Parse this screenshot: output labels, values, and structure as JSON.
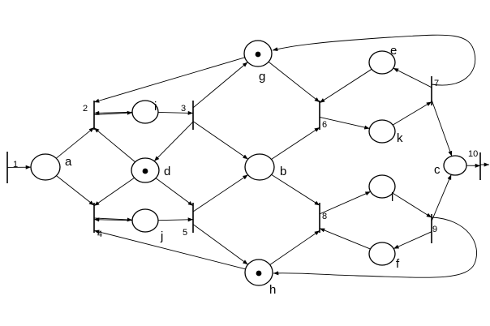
{
  "places": [
    {
      "id": "a",
      "label": "a",
      "tokens": 0
    },
    {
      "id": "b",
      "label": "b",
      "tokens": 0
    },
    {
      "id": "c",
      "label": "c",
      "tokens": 0
    },
    {
      "id": "d",
      "label": "d",
      "tokens": 1
    },
    {
      "id": "e",
      "label": "e",
      "tokens": 0
    },
    {
      "id": "f",
      "label": "f",
      "tokens": 0
    },
    {
      "id": "g",
      "label": "g",
      "tokens": 1
    },
    {
      "id": "h",
      "label": "h",
      "tokens": 1
    },
    {
      "id": "i",
      "label": "i",
      "tokens": 0
    },
    {
      "id": "j",
      "label": "j",
      "tokens": 0
    },
    {
      "id": "k",
      "label": "k",
      "tokens": 0
    },
    {
      "id": "l",
      "label": "l",
      "tokens": 0
    }
  ],
  "transitions": [
    {
      "id": "t1",
      "label": "1"
    },
    {
      "id": "t2",
      "label": "2"
    },
    {
      "id": "t3",
      "label": "3"
    },
    {
      "id": "t4",
      "label": "4"
    },
    {
      "id": "t5",
      "label": "5"
    },
    {
      "id": "t6",
      "label": "6"
    },
    {
      "id": "t7",
      "label": "7"
    },
    {
      "id": "t8",
      "label": "8"
    },
    {
      "id": "t9",
      "label": "9"
    },
    {
      "id": "t10",
      "label": "10"
    }
  ],
  "arcs": [
    {
      "from": "t1",
      "to": "a"
    },
    {
      "from": "a",
      "to": "t2"
    },
    {
      "from": "a",
      "to": "t4"
    },
    {
      "from": "t2",
      "to": "i"
    },
    {
      "from": "i",
      "to": "t2"
    },
    {
      "from": "d",
      "to": "t2"
    },
    {
      "from": "g",
      "to": "t2"
    },
    {
      "from": "t4",
      "to": "j"
    },
    {
      "from": "j",
      "to": "t4"
    },
    {
      "from": "d",
      "to": "t4"
    },
    {
      "from": "h",
      "to": "t4"
    },
    {
      "from": "i",
      "to": "t3"
    },
    {
      "from": "t3",
      "to": "g"
    },
    {
      "from": "t3",
      "to": "b"
    },
    {
      "from": "t3",
      "to": "d"
    },
    {
      "from": "j",
      "to": "t5"
    },
    {
      "from": "t5",
      "to": "b"
    },
    {
      "from": "t5",
      "to": "h"
    },
    {
      "from": "d",
      "to": "t5"
    },
    {
      "from": "g",
      "to": "t6"
    },
    {
      "from": "b",
      "to": "t6"
    },
    {
      "from": "e",
      "to": "t6"
    },
    {
      "from": "t6",
      "to": "k"
    },
    {
      "from": "b",
      "to": "t8"
    },
    {
      "from": "h",
      "to": "t8"
    },
    {
      "from": "f",
      "to": "t8"
    },
    {
      "from": "t8",
      "to": "l"
    },
    {
      "from": "k",
      "to": "t7"
    },
    {
      "from": "t7",
      "to": "e"
    },
    {
      "from": "t7",
      "to": "c"
    },
    {
      "from": "t7",
      "to": "g"
    },
    {
      "from": "l",
      "to": "t9"
    },
    {
      "from": "t9",
      "to": "f"
    },
    {
      "from": "t9",
      "to": "c"
    },
    {
      "from": "t9",
      "to": "h"
    },
    {
      "from": "c",
      "to": "t10"
    }
  ]
}
